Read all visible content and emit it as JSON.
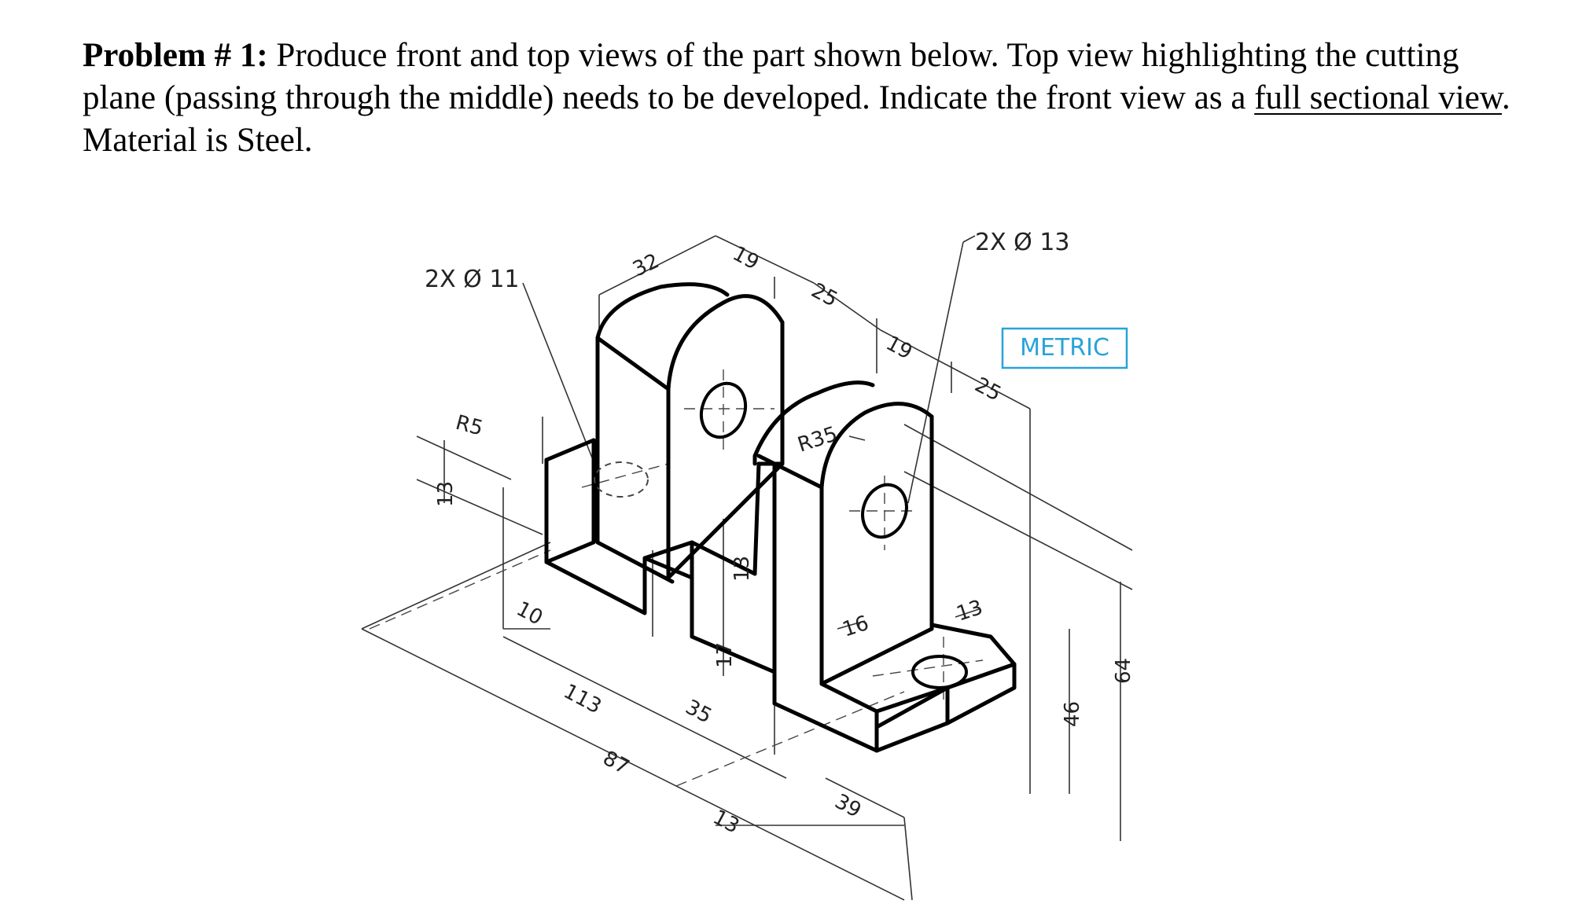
{
  "problem": {
    "label": "Problem # 1:",
    "text_1": " Produce front and top views of the part shown below. Top view highlighting the cutting plane (passing through the middle) needs to be developed. Indicate the front view as a ",
    "underlined": "full sectional view",
    "text_2": ". Material is Steel."
  },
  "drawing": {
    "badge": "METRIC",
    "badge_color": "#29a3d8",
    "hole_note_left": "2X Ø 11",
    "hole_note_right": "2X Ø 13",
    "dims": {
      "d32": "32",
      "d19a": "19",
      "d25a": "25",
      "d19b": "19",
      "d25b": "25",
      "r35": "R35",
      "r5": "R5",
      "d13a": "13",
      "d10": "10",
      "d113": "113",
      "d87": "87",
      "d35": "35",
      "d13b": "13",
      "d17": "17",
      "d13c": "13",
      "d16": "16",
      "d13d": "13",
      "d39": "39",
      "d46": "46",
      "d64": "64"
    }
  }
}
